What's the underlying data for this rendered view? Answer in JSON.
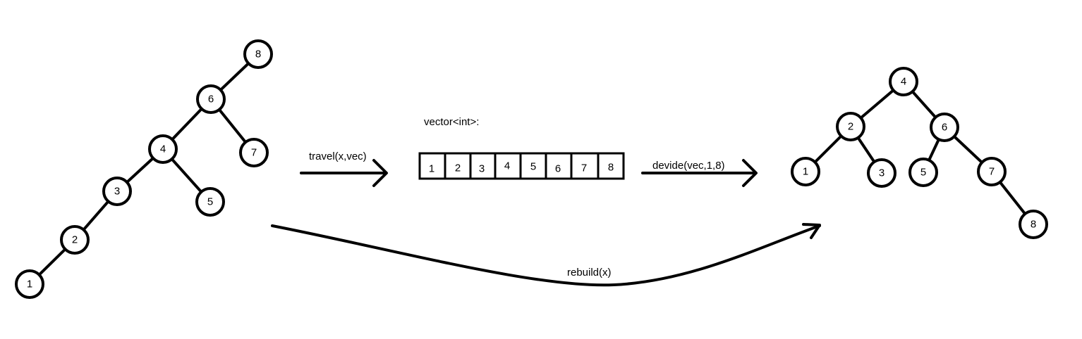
{
  "left_tree": {
    "nodes": [
      "8",
      "6",
      "7",
      "4",
      "5",
      "3",
      "2",
      "1"
    ]
  },
  "labels": {
    "travel": "travel(x,vec)",
    "vector_type": "vector<int>:",
    "divide": "devide(vec,1,8)",
    "rebuild": "rebuild(x)"
  },
  "vector": {
    "cells": [
      "1",
      "2",
      "3",
      "4",
      "5",
      "6",
      "7",
      "8"
    ]
  },
  "right_tree": {
    "nodes": [
      "4",
      "2",
      "6",
      "1",
      "3",
      "5",
      "7",
      "8"
    ]
  }
}
